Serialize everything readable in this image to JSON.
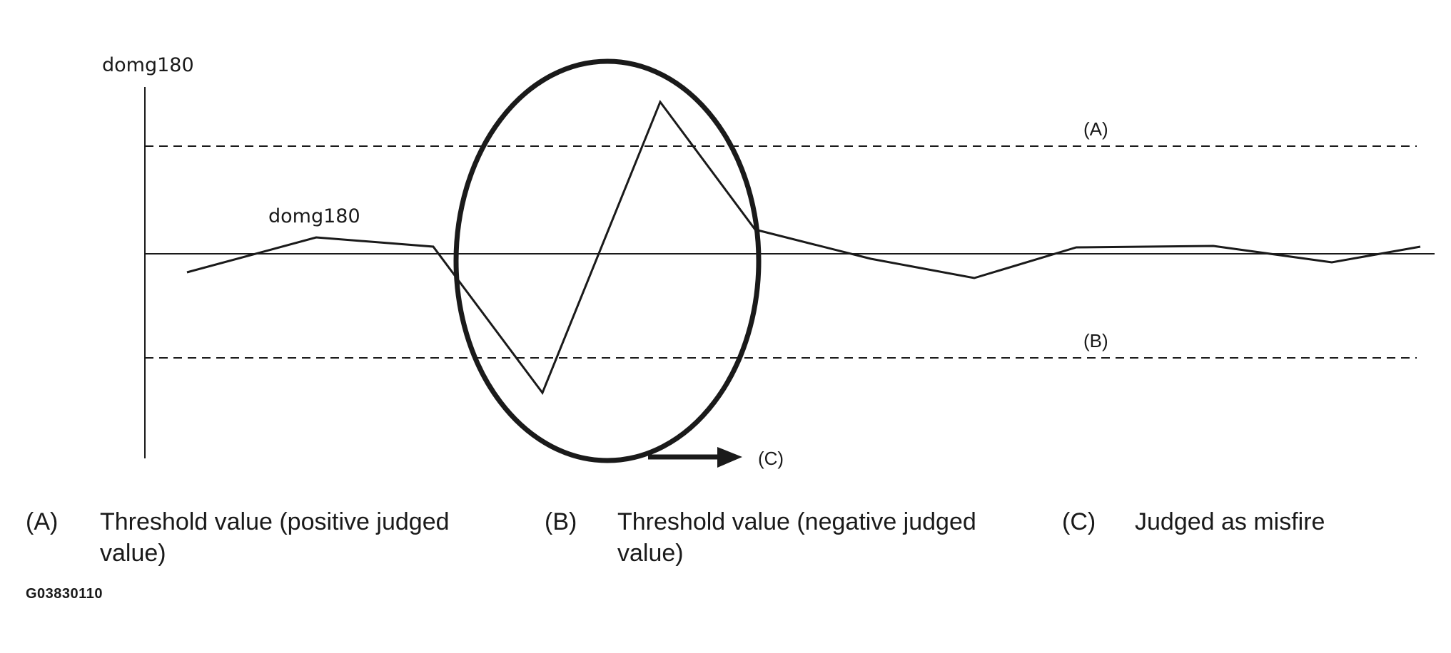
{
  "diagram": {
    "y_axis_label": "domg180",
    "signal_label": "domg180",
    "threshold_positive_marker": "(A)",
    "threshold_negative_marker": "(B)",
    "misfire_marker": "(C)"
  },
  "legend": [
    {
      "key": "(A)",
      "text_line1": "Threshold value (positive judged",
      "text_line2": "value)"
    },
    {
      "key": "(B)",
      "text_line1": "Threshold value (negative judged",
      "text_line2": "value)"
    },
    {
      "key": "(C)",
      "text_line1": "Judged as misfire",
      "text_line2": ""
    }
  ],
  "figure_code": "G03830110"
}
